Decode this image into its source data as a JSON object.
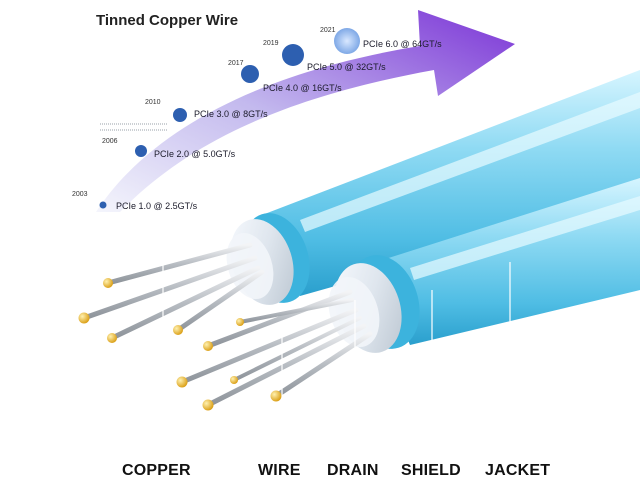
{
  "title": "Tinned Copper Wire",
  "timeline": [
    {
      "year": "2003",
      "label": "PCIe 1.0 @ 2.5GT/s"
    },
    {
      "year": "2006",
      "label": "PCIe 2.0 @ 5.0GT/s"
    },
    {
      "year": "2010",
      "label": "PCIe 3.0 @ 8GT/s"
    },
    {
      "year": "2017",
      "label": "PCIe 4.0 @ 16GT/s"
    },
    {
      "year": "2019",
      "label": "PCIe 5.0 @ 32GT/s"
    },
    {
      "year": "2021",
      "label": "PCIe 6.0 @ 64GT/s"
    }
  ],
  "parts": [
    "COPPER",
    "WIRE",
    "DRAIN",
    "SHIELD",
    "JACKET"
  ],
  "colors": {
    "arrow_start": "#eef0fb",
    "arrow_end": "#7b33d6",
    "dot": "#2d5fb0",
    "cable_light": "#b9ecfb",
    "cable_mid": "#62c8ea",
    "cable_dark": "#2a9fcd",
    "wire_silver": "#c9ccd0",
    "wire_tip": "#e7b21a"
  }
}
